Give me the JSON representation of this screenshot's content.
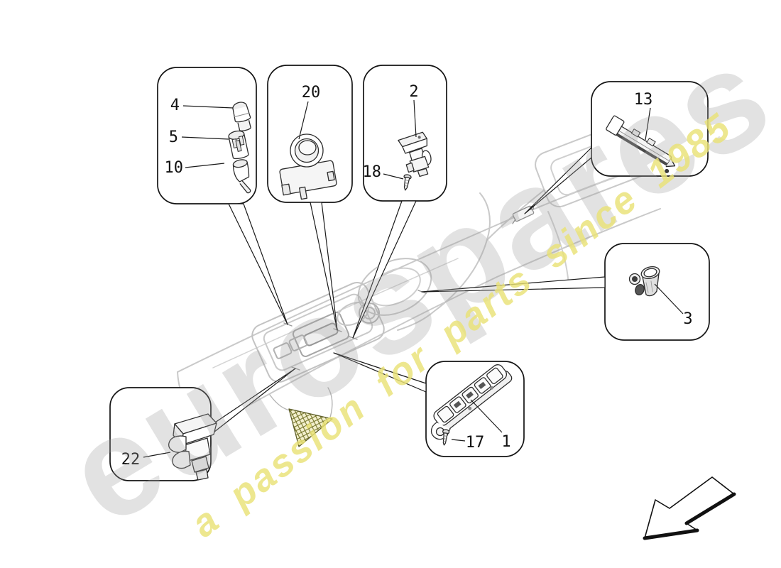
{
  "diagram": {
    "watermark": {
      "brand": "eurospares",
      "tagline": "a passion for parts since 1985"
    },
    "colors": {
      "outline": "#1a1a1a",
      "box_border": "#141414",
      "console_line": "#c9c9c9",
      "console_detail": "#a8a8a8",
      "net_hatch": "#6f6f22",
      "watermark_brand_gray": "#9e9e9e",
      "watermark_tagline_yellow": "#ebe476"
    },
    "part_labels": {
      "n1": "1",
      "n2": "2",
      "n3": "3",
      "n4": "4",
      "n5": "5",
      "n10": "10",
      "n13": "13",
      "n17": "17",
      "n18": "18",
      "n20": "20",
      "n22": "22"
    },
    "callout_boxes": [
      {
        "name": "console-lamps",
        "parts": [
          "4",
          "5",
          "10"
        ]
      },
      {
        "name": "rotary-selector",
        "parts": [
          "20"
        ]
      },
      {
        "name": "switch-with-screw",
        "parts": [
          "2",
          "18"
        ]
      },
      {
        "name": "rear-switch-panel",
        "parts": [
          "13"
        ]
      },
      {
        "name": "power-socket",
        "parts": [
          "3"
        ]
      },
      {
        "name": "button-strip",
        "parts": [
          "1",
          "17"
        ]
      },
      {
        "name": "front-switch",
        "parts": [
          "22"
        ]
      }
    ]
  }
}
